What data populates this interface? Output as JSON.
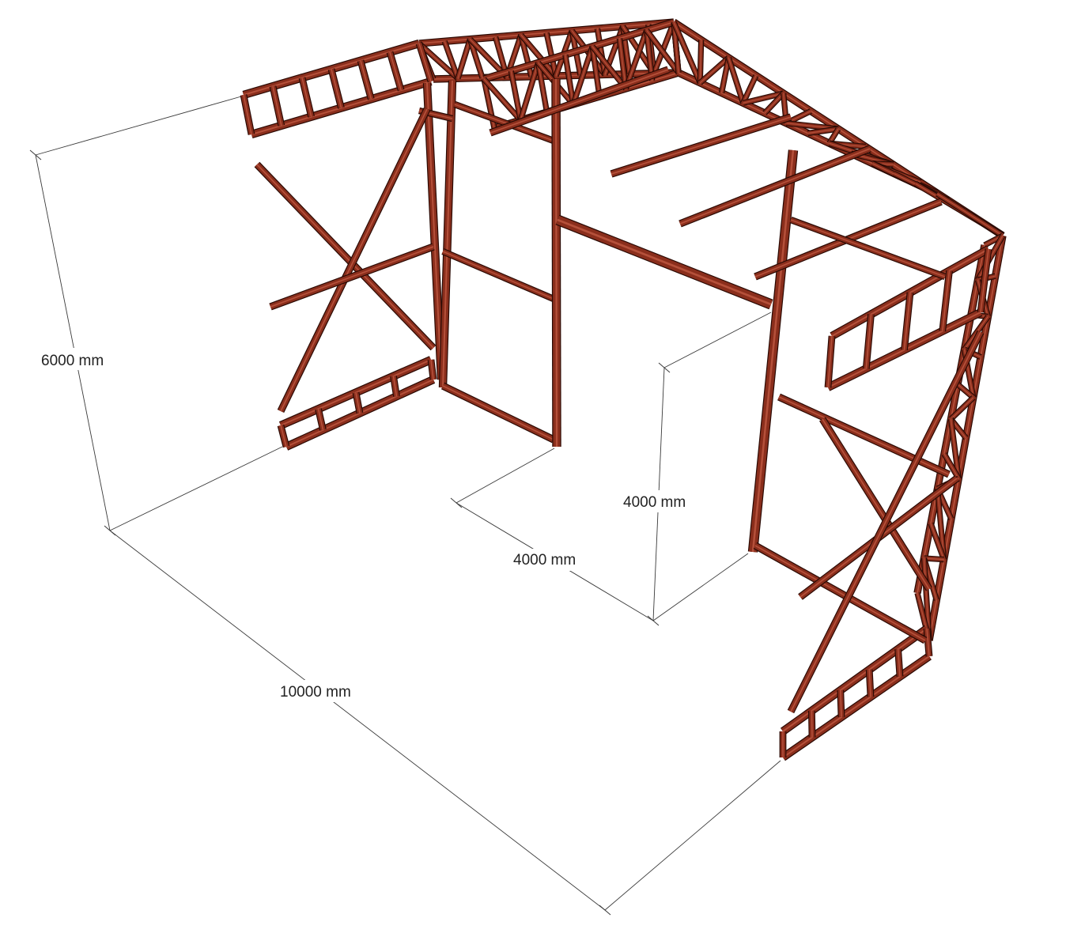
{
  "diagram": {
    "structure_color": "#8a2e1c",
    "dimensions": {
      "overall_height": "6000 mm",
      "opening_width": "4000 mm",
      "opening_height": "4000 mm",
      "overall_length": "10000 mm"
    }
  }
}
